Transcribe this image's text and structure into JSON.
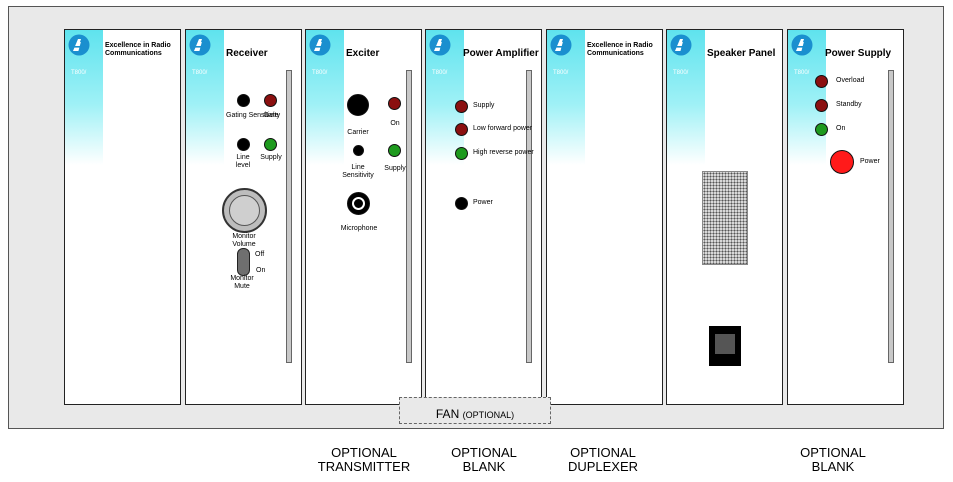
{
  "modules": {
    "blank1": {
      "title": "Excellence in Radio Communications",
      "model": "T800/"
    },
    "receiver": {
      "title": "Receiver",
      "model": "T800/",
      "gating_label": "Gating Sensitivity",
      "gate_label": "Gate",
      "line_level_label": "Line level",
      "supply_label": "Supply",
      "monitor_volume_label": "Monitor Volume",
      "off_label": "Off",
      "on_label": "On",
      "monitor_mute_label": "Monitor Mute"
    },
    "exciter": {
      "title": "Exciter",
      "model": "T800/",
      "carrier_label": "Carrier",
      "on_label": "On",
      "line_sens_label": "Line Sensitivity",
      "supply_label": "Supply",
      "microphone_label": "Microphone"
    },
    "power_amplifier": {
      "title": "Power Amplifier",
      "model": "T800/",
      "supply_label": "Supply",
      "low_forward_label": "Low forward power",
      "high_reverse_label": "High reverse power",
      "power_label": "Power"
    },
    "duplexer": {
      "title": "Excellence in Radio Communications",
      "model": "T800/"
    },
    "speaker": {
      "title": "Speaker Panel",
      "model": "T800/"
    },
    "power_supply": {
      "title": "Power Supply",
      "model": "T800/",
      "overload_label": "Overload",
      "standby_label": "Standby",
      "on_label": "On",
      "power_label": "Power"
    }
  },
  "fan": {
    "label": "FAN",
    "sub": "(OPTIONAL)"
  },
  "below_labels": {
    "transmitter": "OPTIONAL\nTRANSMITTER",
    "pa_blank": "OPTIONAL\nBLANK",
    "duplexer": "OPTIONAL\nDUPLEXER",
    "ps_blank": "OPTIONAL\nBLANK"
  },
  "colors": {
    "led_red": "#8b1010",
    "led_green": "#1e9a1e",
    "led_black": "#000000",
    "power_button": "#ff1a1a",
    "accent_cyan": "#5fe3ee",
    "logo_blue": "#1a8fcf"
  }
}
